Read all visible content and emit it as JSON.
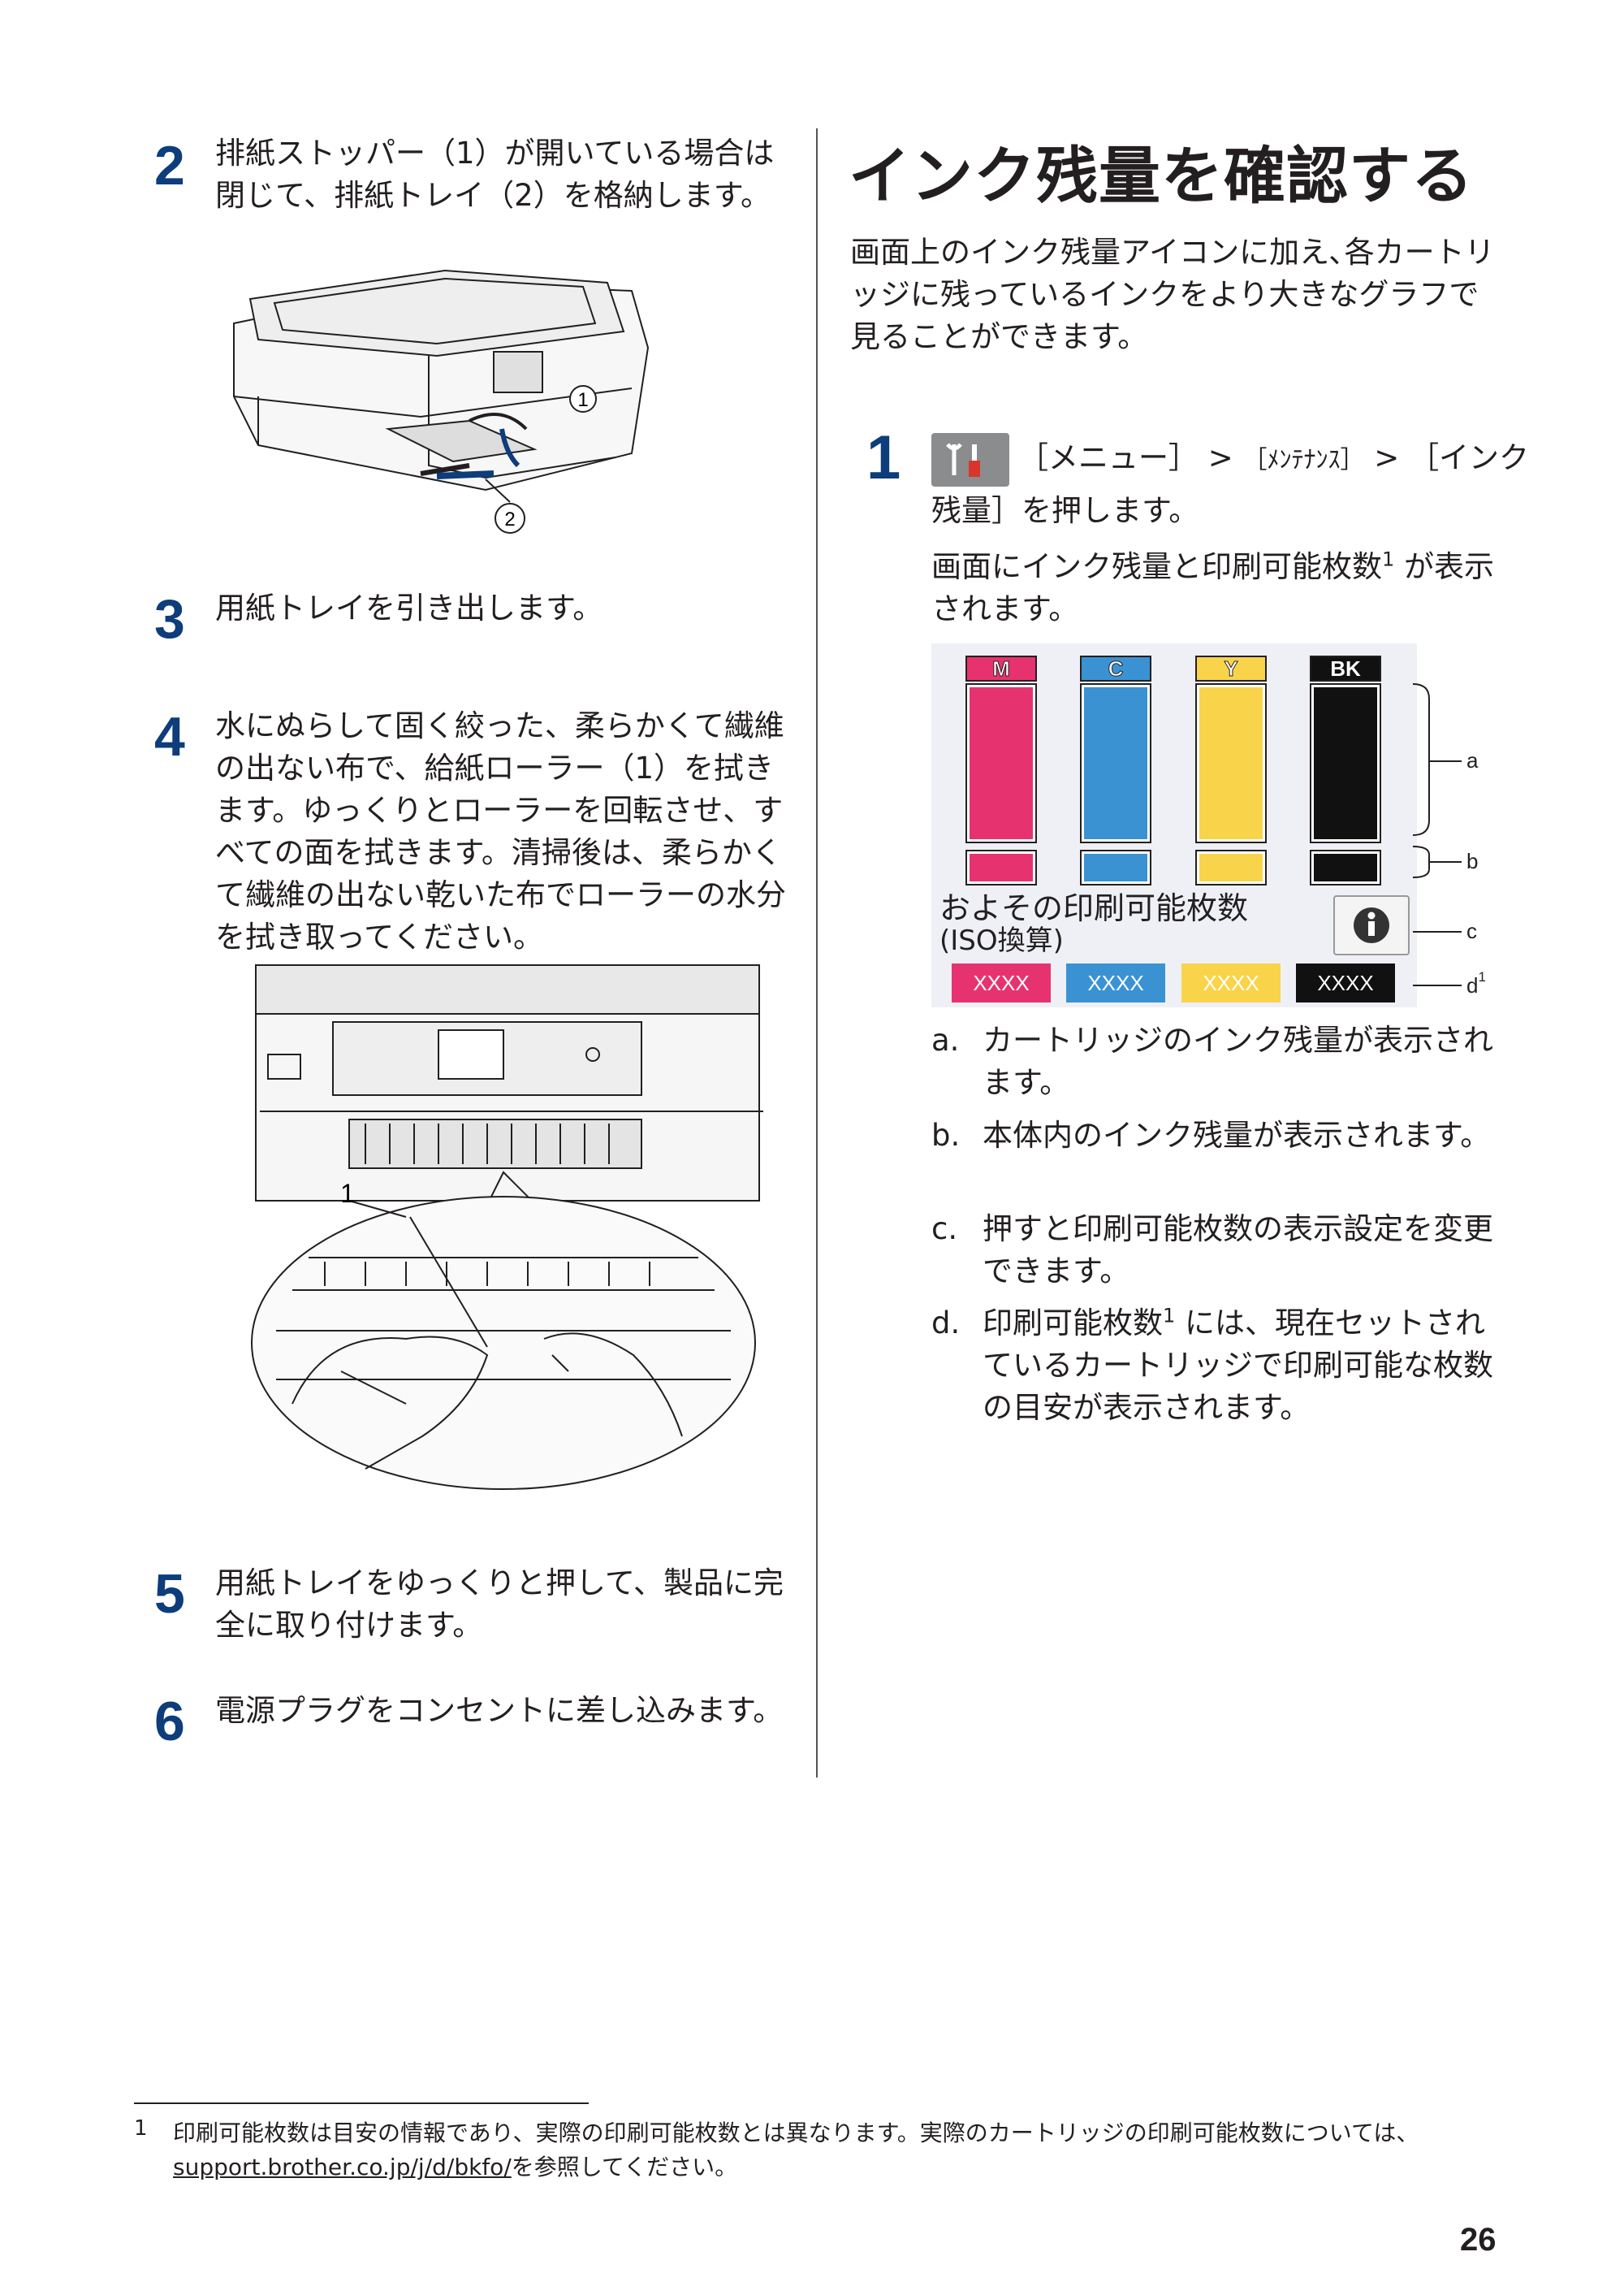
{
  "left": {
    "step2": {
      "num": "2",
      "text": "排紙ストッパー（1）が開いている場合は閉じて、排紙トレイ（2）を格納します。",
      "callout1": "1",
      "callout2": "2"
    },
    "step3": {
      "num": "3",
      "text": "用紙トレイを引き出します。"
    },
    "step4": {
      "num": "4",
      "text": "水にぬらして固く絞った、柔らかくて繊維の出ない布で、給紙ローラー（1）を拭きます。ゆっくりとローラーを回転させ、すべての面を拭きます。清掃後は、柔らかくて繊維の出ない乾いた布でローラーの水分を拭き取ってください。",
      "callout": "1"
    },
    "step5": {
      "num": "5",
      "text": "用紙トレイをゆっくりと押して、製品に完全に取り付けます。"
    },
    "step6": {
      "num": "6",
      "text": "電源プラグをコンセントに差し込みます。"
    }
  },
  "right": {
    "title": "インク残量を確認する",
    "intro": "画面上のインク残量アイコンに加え､各カートリッジに残っているインクをより大きなグラフで見ることができます。",
    "step1": {
      "num": "1",
      "icon": "tools-icon",
      "menu": "［メニュー］",
      "sep1": " > ",
      "maint": "［ﾒﾝﾃﾅﾝｽ］",
      "sep2": " > ",
      "ink_part1": "［インク",
      "ink_part2": "残量］を押します。",
      "result_text_a": "画面にインク残量と印刷可能枚数",
      "result_sup": "1",
      "result_text_b": "が表示されます。"
    },
    "screen": {
      "cartridges": [
        {
          "label": "M",
          "color": "#e6336f",
          "level": 1.0
        },
        {
          "label": "C",
          "color": "#3a92d3",
          "level": 1.0
        },
        {
          "label": "Y",
          "color": "#f9d44a",
          "level": 1.0
        },
        {
          "label": "BK",
          "color": "#111111",
          "level": 1.0
        }
      ],
      "label_line1": "およその印刷可能枚数",
      "label_line2": "(ISO換算)",
      "counts": [
        {
          "text": "XXXX",
          "color": "#e6336f"
        },
        {
          "text": "XXXX",
          "color": "#3a92d3"
        },
        {
          "text": "XXXX",
          "color": "#f9d44a"
        },
        {
          "text": "XXXX",
          "color": "#111111"
        }
      ],
      "callout_a": "a",
      "callout_b": "b",
      "callout_c": "c",
      "callout_d": "d",
      "callout_d_sup": "1",
      "info_icon": "info-icon"
    },
    "list": [
      {
        "letter": "a.",
        "text": "カートリッジのインク残量が表示されます。"
      },
      {
        "letter": "b.",
        "text": "本体内のインク残量が表示されます。"
      },
      {
        "letter": "c.",
        "text": "押すと印刷可能枚数の表示設定を変更できます。"
      },
      {
        "letter": "d.",
        "text_a": "印刷可能枚数",
        "sup": "1",
        "text_b": "には、現在セットされているカートリッジで印刷可能な枚数の目安が表示されます。"
      }
    ]
  },
  "footnote": {
    "num": "1",
    "text_a": "印刷可能枚数は目安の情報であり、実際の印刷可能枚数とは異なります。実際のカートリッジの印刷可能枚数については、",
    "link": "support.brother.co.jp/j/d/bkfo/",
    "text_b": "を参照してください。"
  },
  "page_number": "26"
}
